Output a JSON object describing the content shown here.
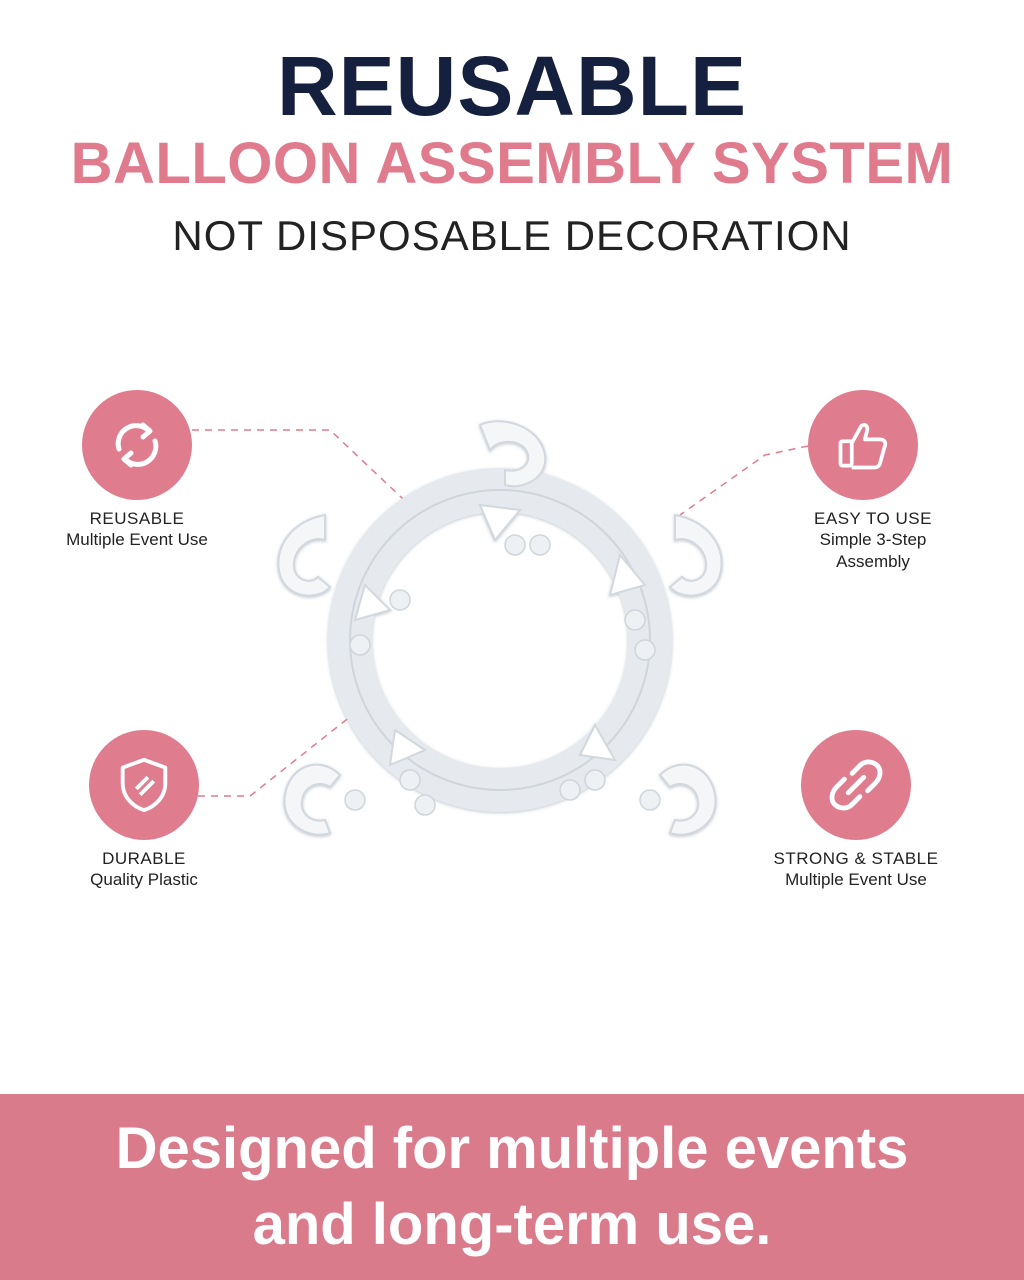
{
  "header": {
    "title": "REUSABLE",
    "subtitle": "BALLOON ASSEMBLY SYSTEM",
    "tagline": "NOT DISPOSABLE DECORATION"
  },
  "features": {
    "reusable": {
      "title": "REUSABLE",
      "desc": "Multiple Event Use",
      "icon": "recycle-icon"
    },
    "easy": {
      "title": "EASY TO USE",
      "desc1": "Simple 3-Step",
      "desc2": "Assembly",
      "icon": "thumbs-up-icon"
    },
    "durable": {
      "title": "DURABLE",
      "desc": "Quality Plastic",
      "icon": "shield-icon"
    },
    "strong": {
      "title": "STRONG & STABLE",
      "desc": "Multiple Event Use",
      "icon": "chain-link-icon"
    }
  },
  "banner": {
    "line1": "Designed for multiple events",
    "line2": "and long-term use."
  },
  "colors": {
    "navy": "#15203f",
    "pink": "#e07b8e",
    "banner": "#d97b8b"
  }
}
